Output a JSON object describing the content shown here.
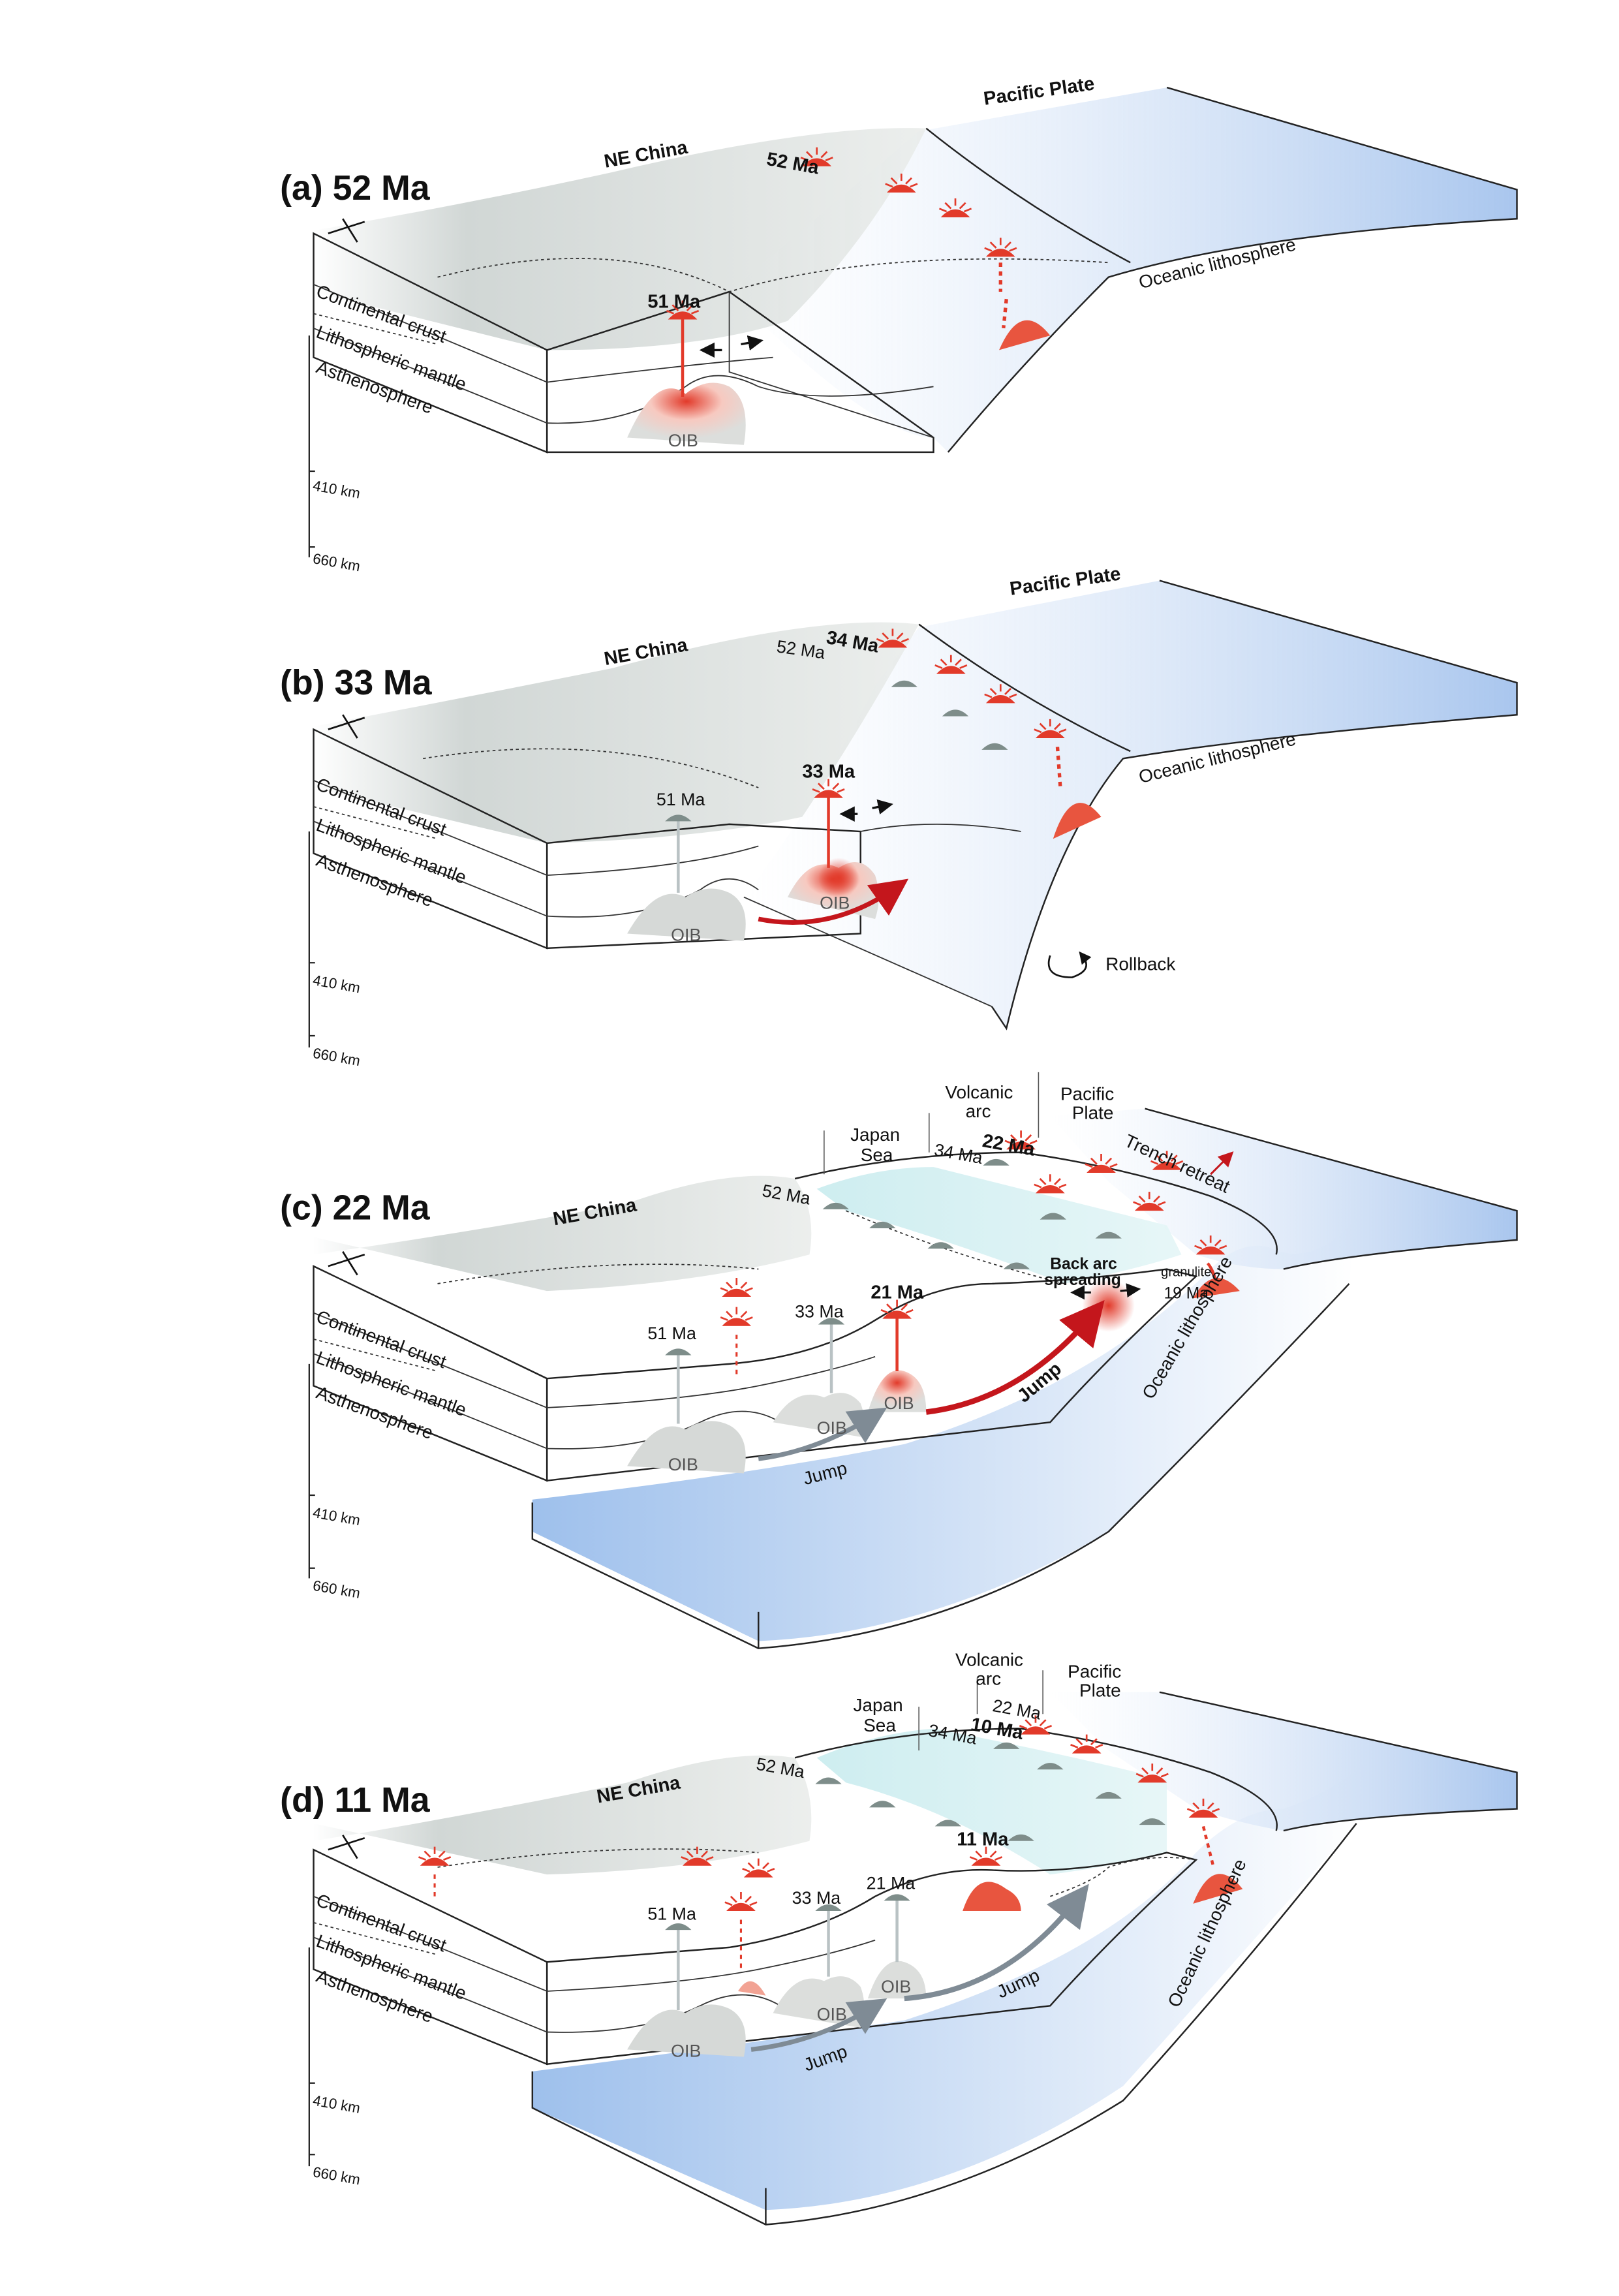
{
  "panels": [
    {
      "id": "a",
      "title": "(a) 52 Ma",
      "labels": {
        "ne_china": "NE China",
        "pacific_plate": "Pacific Plate",
        "oceanic_lithosphere": "Oceanic lithosphere",
        "continental_crust": "Continental crust",
        "lithospheric_mantle": "Lithospheric mantle",
        "asthenosphere": "Asthenosphere",
        "oib": "OIB",
        "depth_410": "410 km",
        "depth_660": "660 km"
      },
      "ages": [
        "52 Ma",
        "51 Ma"
      ]
    },
    {
      "id": "b",
      "title": "(b) 33 Ma",
      "labels": {
        "ne_china": "NE China",
        "pacific_plate": "Pacific Plate",
        "oceanic_lithosphere": "Oceanic lithosphere",
        "continental_crust": "Continental crust",
        "lithospheric_mantle": "Lithospheric mantle",
        "asthenosphere": "Asthenosphere",
        "oib_old": "OIB",
        "oib_new": "OIB",
        "rollback": "Rollback",
        "depth_410": "410 km",
        "depth_660": "660 km"
      },
      "ages": [
        "52 Ma",
        "34 Ma",
        "51 Ma",
        "33 Ma"
      ]
    },
    {
      "id": "c",
      "title": "(c) 22 Ma",
      "labels": {
        "ne_china": "NE China",
        "japan_sea": [
          "Japan",
          "Sea"
        ],
        "volcanic_arc": [
          "Volcanic",
          "arc"
        ],
        "pacific_plate": [
          "Pacific",
          "Plate"
        ],
        "trench_retreat": "Trench retreat",
        "back_arc": [
          "Back arc",
          "spreading"
        ],
        "granulite": "granulite",
        "oceanic_lithosphere": "Oceanic lithosphere",
        "continental_crust": "Continental crust",
        "lithospheric_mantle": "Lithospheric mantle",
        "asthenosphere": "Asthenosphere",
        "oib_1": "OIB",
        "oib_2": "OIB",
        "oib_3": "OIB",
        "jump_1": "Jump",
        "jump_2": "Jump",
        "depth_410": "410 km",
        "depth_660": "660 km"
      },
      "ages": [
        "52 Ma",
        "34 Ma",
        "22 Ma",
        "51 Ma",
        "33 Ma",
        "21 Ma",
        "19 Ma"
      ]
    },
    {
      "id": "d",
      "title": "(d) 11 Ma",
      "labels": {
        "ne_china": "NE China",
        "japan_sea": [
          "Japan",
          "Sea"
        ],
        "volcanic_arc": [
          "Volcanic",
          "arc"
        ],
        "pacific_plate": [
          "Pacific",
          "Plate"
        ],
        "oceanic_lithosphere": "Oceanic lithosphere",
        "continental_crust": "Continental crust",
        "lithospheric_mantle": "Lithospheric mantle",
        "asthenosphere": "Asthenosphere",
        "oib_1": "OIB",
        "oib_2": "OIB",
        "oib_3": "OIB",
        "jump_1": "Jump",
        "jump_2": "Jump",
        "depth_410": "410 km",
        "depth_660": "660 km"
      },
      "ages": [
        "52 Ma",
        "34 Ma",
        "22 Ma",
        "10 Ma",
        "11 Ma",
        "51 Ma",
        "33 Ma",
        "21 Ma"
      ]
    }
  ],
  "colors": {
    "ocean_blue": "#a9c6ee",
    "japan_sea": "#c9ecef",
    "continent_grey": "#c9d0ce",
    "magma_red": "#e23a2a",
    "jump_red": "#c4161c",
    "jump_grey": "#7f8b95",
    "oib_grey": "#d6d9d7"
  }
}
